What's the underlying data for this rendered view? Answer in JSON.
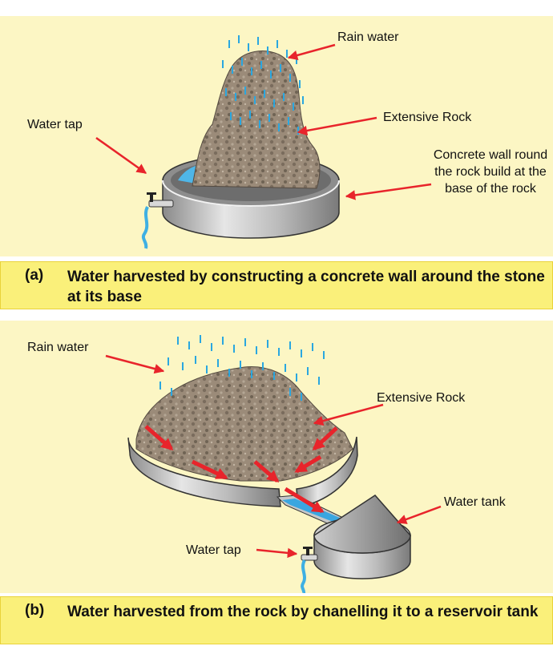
{
  "panel_a": {
    "labels": {
      "rain_water": "Rain water",
      "extensive_rock": "Extensive Rock",
      "water_tap": "Water tap",
      "concrete_wall": "Concrete wall round the rock build at the base of the rock"
    },
    "caption": {
      "tag": "(a)",
      "text": "Water harvested by constructing a concrete wall around the stone at its base"
    }
  },
  "panel_b": {
    "labels": {
      "rain_water": "Rain water",
      "extensive_rock": "Extensive Rock",
      "water_tank": "Water tank",
      "water_tap": "Water tap"
    },
    "caption": {
      "tag": "(b)",
      "text": "Water harvested from the rock by chanelling it to a reservoir tank"
    }
  },
  "colors": {
    "panel_bg": "#fcf6c4",
    "caption_bg": "#faf07a",
    "arrow": "#e8242b",
    "rain": "#2aa7e0",
    "rock": "#9a8a78",
    "wall": "#a6a6a6"
  }
}
